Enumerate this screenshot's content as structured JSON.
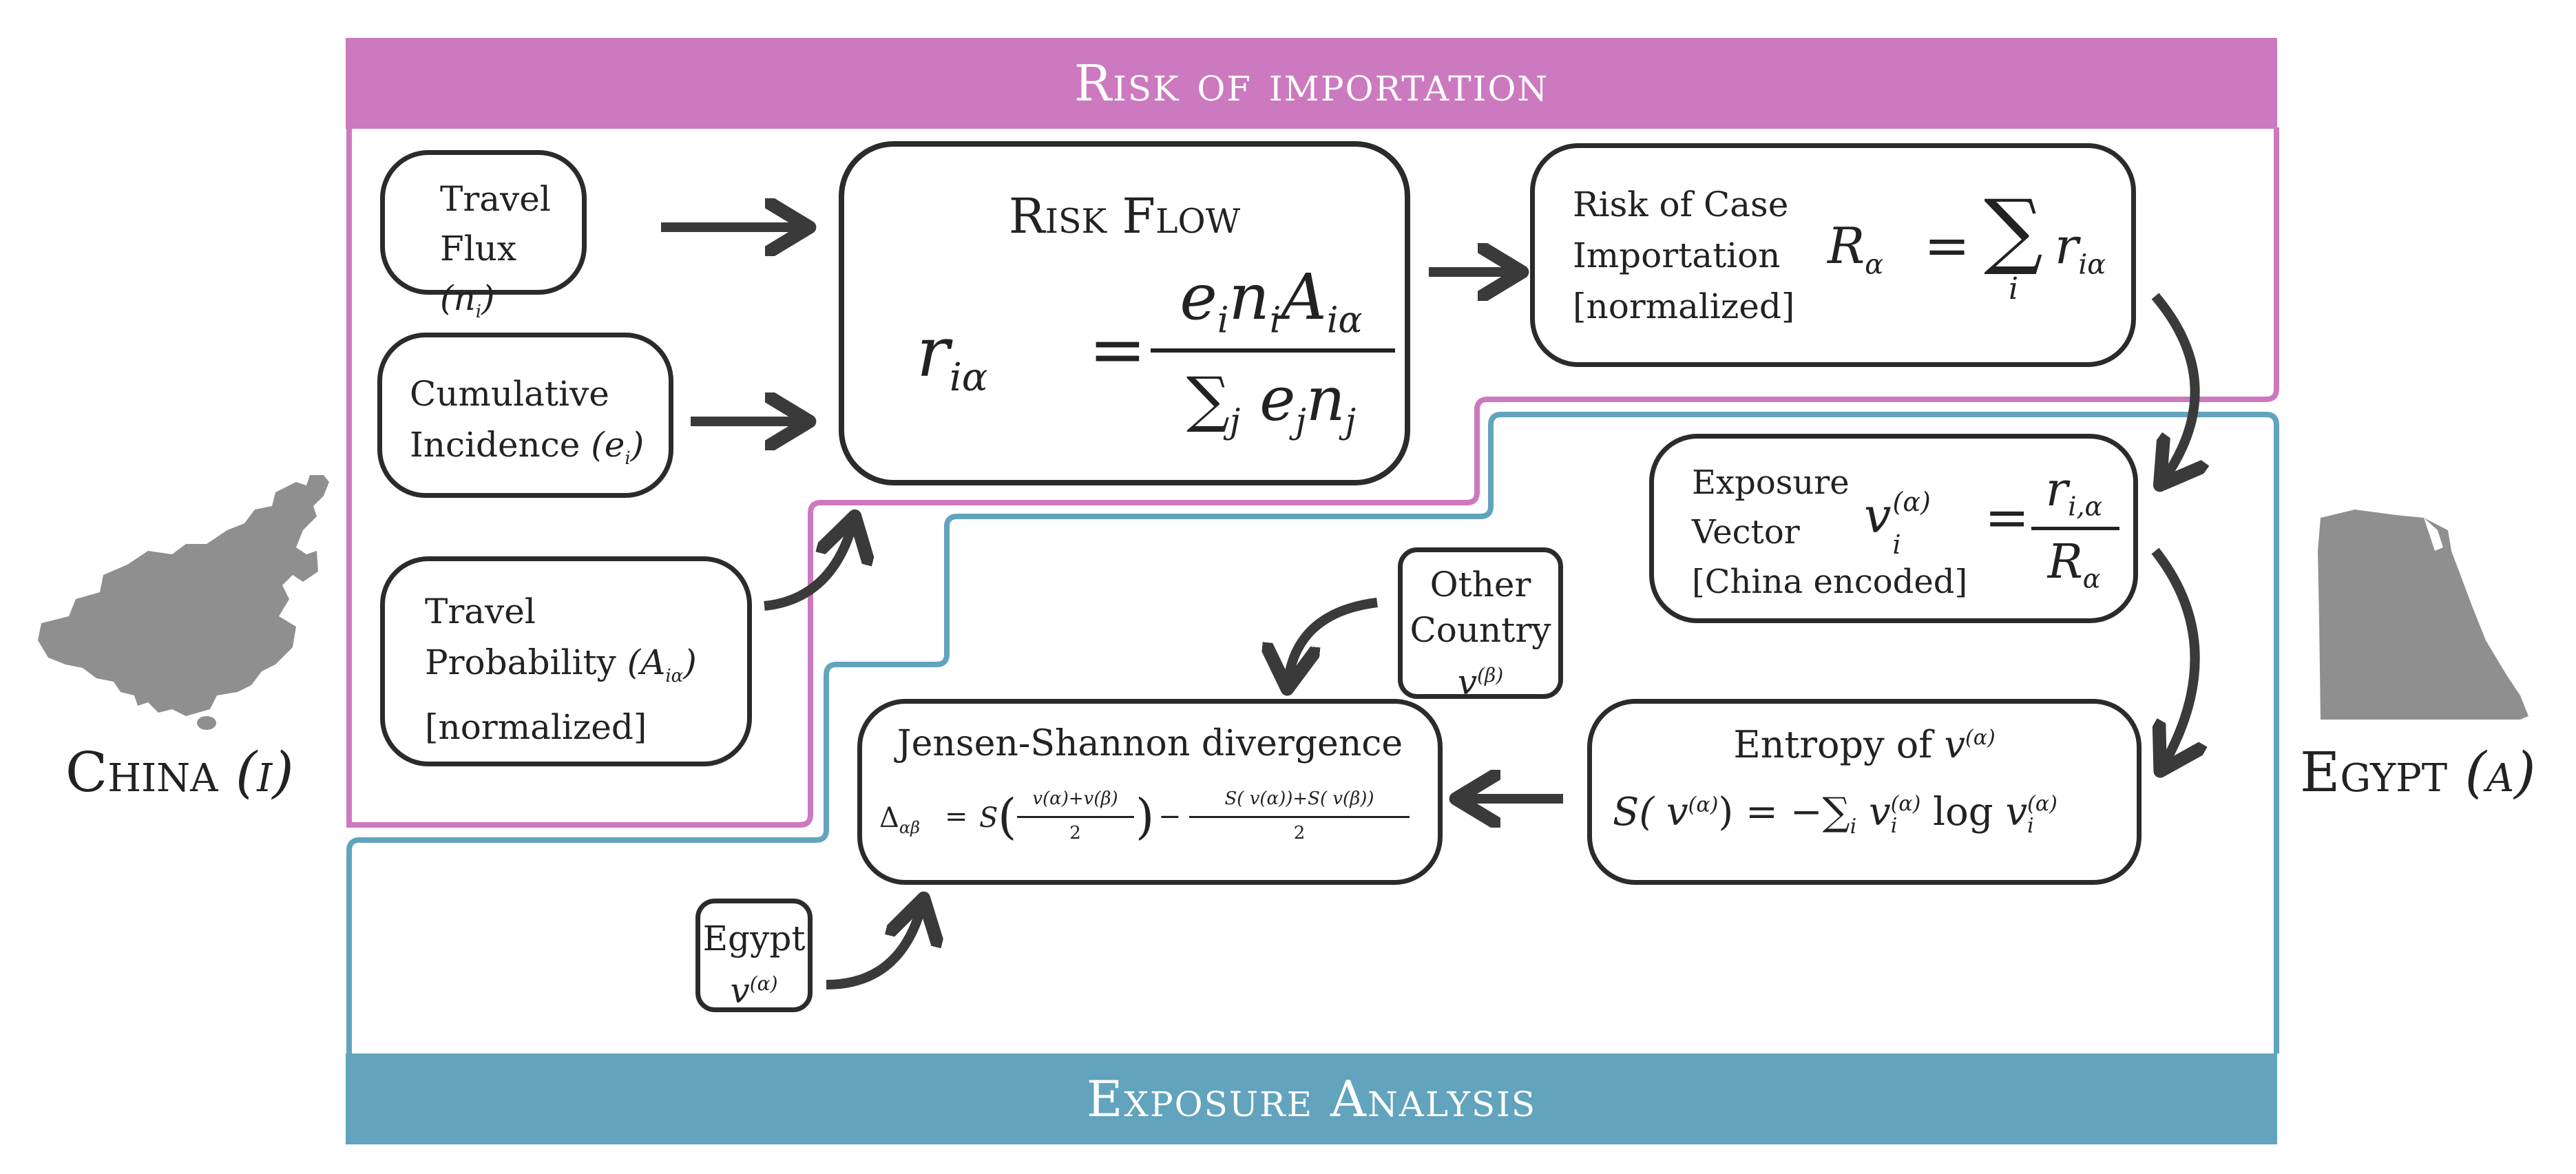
{
  "banners": {
    "risk": "Risk of importation",
    "exposure": "Exposure Analysis"
  },
  "countries": {
    "left": "China",
    "left_var": "(i)",
    "right": "Egypt",
    "right_var": "(α)"
  },
  "inputs": {
    "travel_flux": {
      "line1": "Travel",
      "line2": "Flux",
      "var": "(n",
      "sub": "i",
      "close": ")"
    },
    "incidence": {
      "line1": "Cumulative",
      "line2": "Incidence",
      "var": "(e",
      "sub": "i",
      "close": ")"
    },
    "probability": {
      "line1": "Travel",
      "line2": "Probability",
      "var": "(A",
      "sub": "iα",
      "close": ")",
      "line3": "[normalized]"
    }
  },
  "risk_flow": {
    "title": "Risk Flow",
    "lhs": "r",
    "lhs_sub": "iα",
    "numerator": "e",
    "num_sub1": "i",
    "num_n": "n",
    "num_sub2": "i",
    "num_A": "A",
    "num_sub3": "iα",
    "denominator": "∑",
    "den_sub": "j",
    "den_e": "e",
    "den_sub2": "j",
    "den_n": "n",
    "den_sub3": "j"
  },
  "case_importation": {
    "line1": "Risk of Case",
    "line2": "Importation",
    "line3": "[normalized]",
    "lhs": "R",
    "lhs_sub": "α",
    "sum": "∑",
    "sum_sub": "i",
    "rhs": "r",
    "rhs_sub": "iα"
  },
  "exposure_vector": {
    "line1": "Exposure",
    "line2": "Vector",
    "line3": "[China encoded]",
    "lhs": "v",
    "lhs_sup": "(α)",
    "lhs_sub": "i",
    "num": "r",
    "num_sub": "i,α",
    "den": "R",
    "den_sub": "α"
  },
  "entropy": {
    "title": "Entropy of",
    "title_var": "v",
    "title_sup": "(α)",
    "formula_lhs": "S( v",
    "formula_lhs_sup": "(α)",
    "formula_lhs_close": ")",
    "formula_eq": "= −∑",
    "formula_sum_sub": "i",
    "formula_v": "v",
    "formula_v_sup": "(α)",
    "formula_v_sub": "i",
    "formula_log": "log",
    "formula_v2": "v",
    "formula_v2_sup": "(α)",
    "formula_v2_sub": "i"
  },
  "js_divergence": {
    "title": "Jensen-Shannon divergence",
    "lhs": "Δ",
    "lhs_sub": "αβ",
    "eq": "=",
    "term1_S": "S",
    "term1_num": "v(α)+v(β)",
    "term1_den": "2",
    "minus": "−",
    "term2_num": "S( v(α))+S( v(β))",
    "term2_den": "2"
  },
  "other_country": {
    "line1": "Other",
    "line2": "Country",
    "var": "v",
    "var_sup": "(β)"
  },
  "egypt_vector": {
    "line1": "Egypt",
    "var": "v",
    "var_sup": "(α)"
  },
  "colors": {
    "risk": "#cc79bf",
    "exposure": "#62a3bd",
    "stroke": "#2b2b2b",
    "map": "#8f8f8f"
  }
}
